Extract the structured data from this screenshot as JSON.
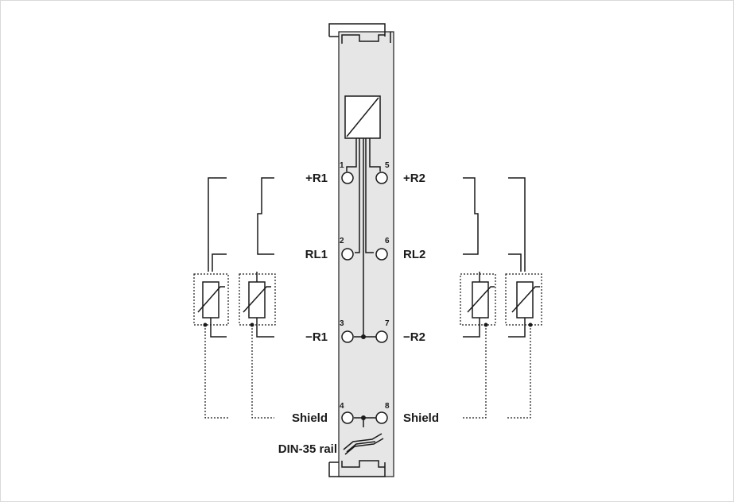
{
  "terminals": {
    "t1": {
      "number": "1",
      "label": "+R1"
    },
    "t2": {
      "number": "2",
      "label": "RL1"
    },
    "t3": {
      "number": "3",
      "label": "−R1"
    },
    "t4": {
      "number": "4",
      "label": "Shield"
    },
    "t5": {
      "number": "5",
      "label": "+R2"
    },
    "t6": {
      "number": "6",
      "label": "RL2"
    },
    "t7": {
      "number": "7",
      "label": "−R2"
    },
    "t8": {
      "number": "8",
      "label": "Shield"
    }
  },
  "din_rail_label": "DIN-35 rail",
  "colors": {
    "module_fill": "#e6e6e6",
    "line": "#1a1a1a",
    "frame": "#d9d9d9"
  }
}
